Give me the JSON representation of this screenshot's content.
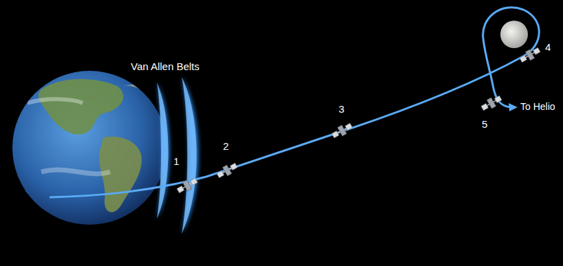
{
  "diagram": {
    "labels": [
      "Van Allen Belts",
      "1",
      "2",
      "3",
      "4",
      "5",
      "To Helio"
    ]
  }
}
